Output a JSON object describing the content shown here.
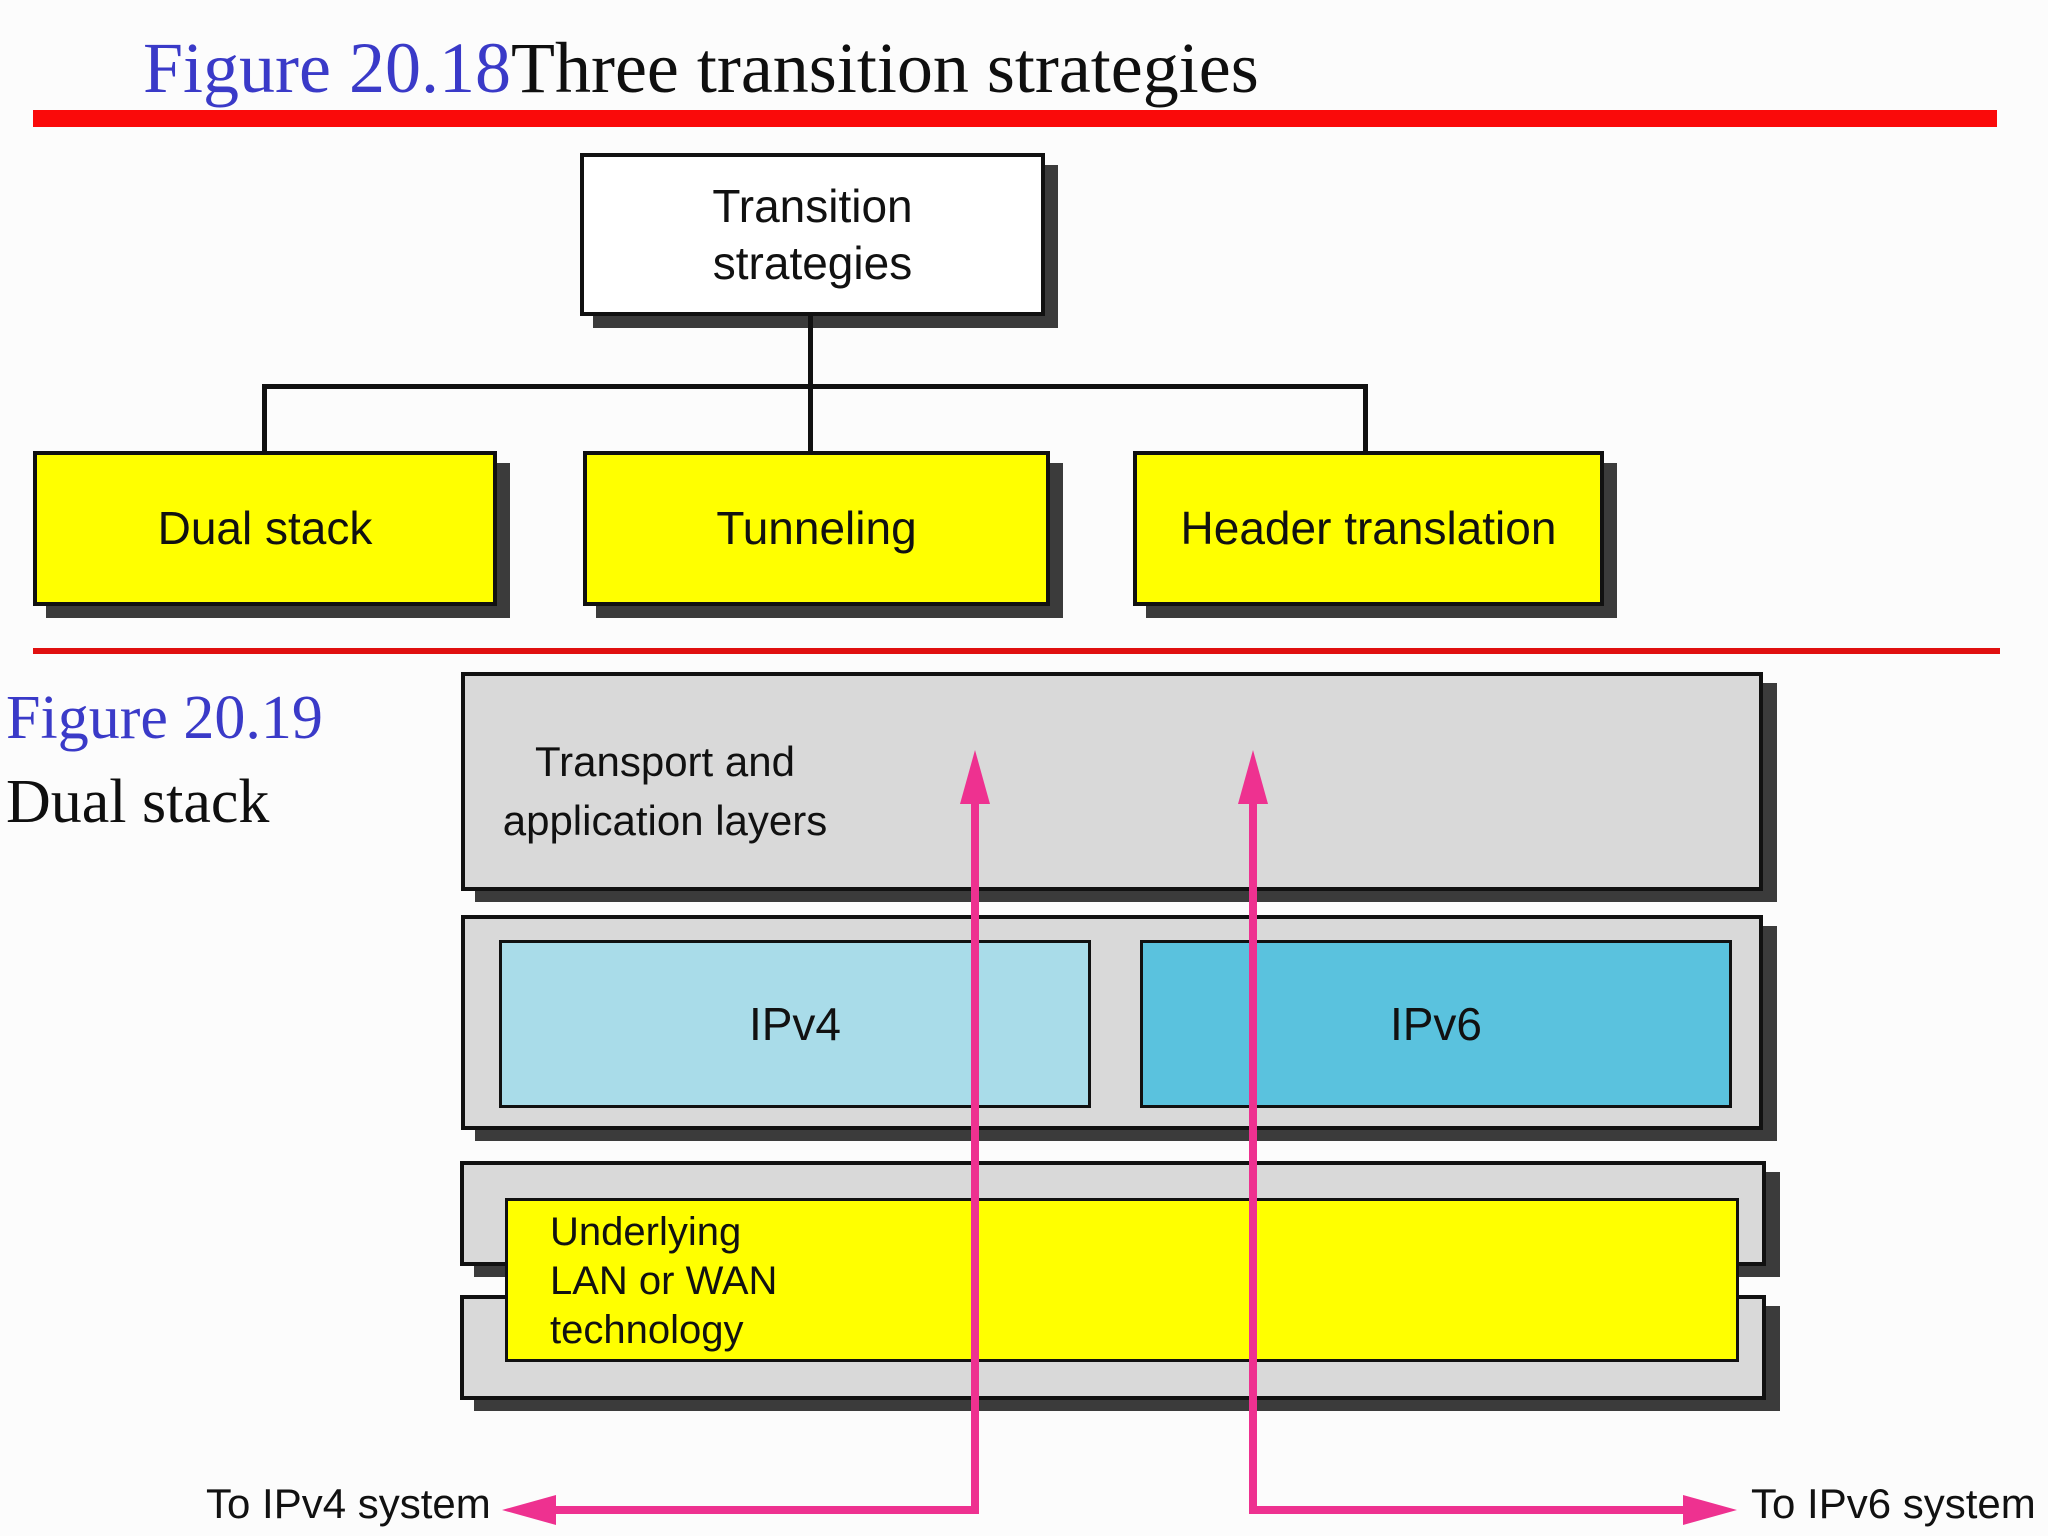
{
  "figure_20_18": {
    "label": "Figure 20.18",
    "title": "Three transition strategies",
    "root_box": {
      "line1": "Transition",
      "line2": "strategies"
    },
    "strategies": [
      {
        "label": "Dual stack"
      },
      {
        "label": "Tunneling"
      },
      {
        "label": "Header translation"
      }
    ]
  },
  "figure_20_19": {
    "label": "Figure 20.19",
    "title": "Dual stack",
    "transport_box": {
      "line1": "Transport and",
      "line2": "application layers"
    },
    "ip_boxes": [
      {
        "label": "IPv4"
      },
      {
        "label": "IPv6"
      }
    ],
    "underlying_box": {
      "line1": "Underlying",
      "line2": "LAN or WAN",
      "line3": "technology"
    },
    "left_annotation": "To IPv4 system",
    "right_annotation": "To IPv6 system"
  },
  "colors": {
    "accent_red_bar": "#fa0a0a",
    "accent_red_line": "#e01010",
    "caption_blue": "#3a3ac8",
    "strategy_yellow": "#ffff00",
    "layer_gray": "#d9d9d9",
    "ipv4_fill": "#a9dce9",
    "ipv6_fill": "#5ac2de",
    "arrow_pink": "#ee3190",
    "shadow": "#3b3b3b"
  }
}
